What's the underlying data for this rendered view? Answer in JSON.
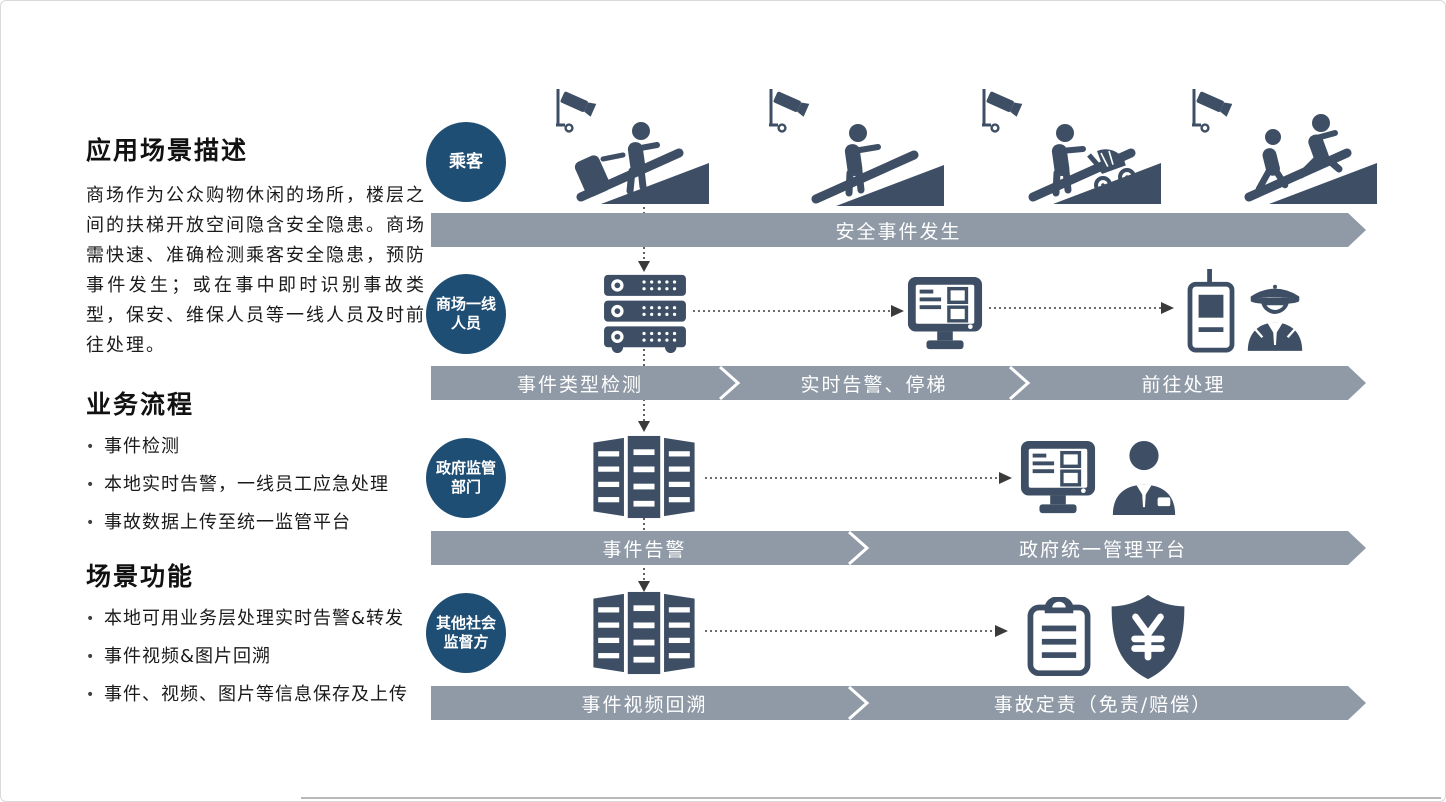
{
  "colors": {
    "circle_blue": "#1F4E74",
    "icon_navy": "#3E4F65",
    "banner_gray": "#8F9AA6",
    "text_dark": "#1A1A1A",
    "connector_dark": "#3A3A3A"
  },
  "left_panel": {
    "scenario": {
      "heading": "应用场景描述",
      "paragraph": "商场作为公众购物休闲的场所，楼层之间的扶梯开放空间隐含安全隐患。商场需快速、准确检测乘客安全隐患，预防事件发生；或在事中即时识别事故类型，保安、维保人员等一线人员及时前往处理。"
    },
    "process": {
      "heading": "业务流程",
      "bullets": [
        "事件检测",
        "本地实时告警，一线员工应急处理",
        "事故数据上传至统一监管平台"
      ]
    },
    "functions": {
      "heading": "场景功能",
      "bullets": [
        "本地可用业务层处理实时告警&转发",
        "事件视频&图片回溯",
        "事件、视频、图片等信息保存及上传"
      ]
    }
  },
  "flow": {
    "lanes": [
      {
        "role_line1": "乘客",
        "role_line2": "",
        "banner_segments": [
          "安全事件发生"
        ]
      },
      {
        "role_line1": "商场一线",
        "role_line2": "人员",
        "banner_segments": [
          "事件类型检测",
          "实时告警、停梯",
          "前往处理"
        ]
      },
      {
        "role_line1": "政府监管",
        "role_line2": "部门",
        "banner_segments": [
          "事件告警",
          "政府统一管理平台"
        ]
      },
      {
        "role_line1": "其他社会",
        "role_line2": "监督方",
        "banner_segments": [
          "事件视频回溯",
          "事故定责（免责/赔偿）"
        ]
      }
    ],
    "icons": [
      "cctv-camera-icon",
      "escalator-passenger-luggage-icon",
      "escalator-passenger-standing-icon",
      "escalator-passenger-stroller-icon",
      "escalator-passenger-running-icon",
      "edge-server-icon",
      "alarm-monitor-icon",
      "walkie-talkie-icon",
      "security-guard-icon",
      "datacenter-server-icon",
      "management-monitor-icon",
      "government-officer-icon",
      "incident-report-clipboard-icon",
      "liability-shield-yuan-icon"
    ]
  }
}
